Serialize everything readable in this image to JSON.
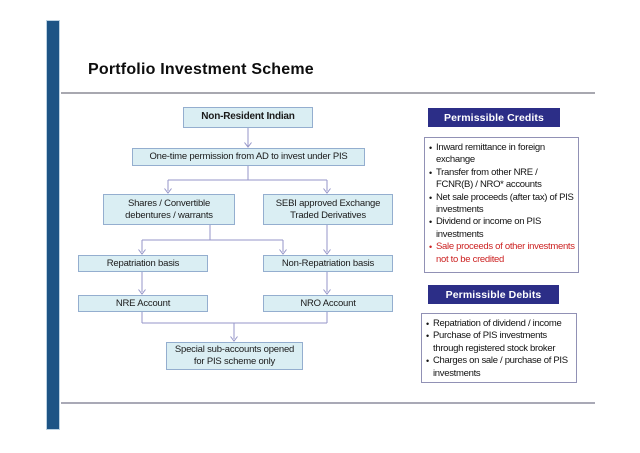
{
  "slide": {
    "title": "Portfolio Investment Scheme"
  },
  "flowchart": {
    "nodes": {
      "nri": "Non-Resident Indian",
      "permission": "One-time permission from AD to invest under PIS",
      "shares": "Shares / Convertible debentures / warrants",
      "sebi": "SEBI approved Exchange Traded Derivatives",
      "repatriation": "Repatriation basis",
      "non_repatriation": "Non-Repatriation basis",
      "nre": "NRE Account",
      "nro": "NRO Account",
      "special": "Special sub-accounts opened for PIS scheme only"
    }
  },
  "permissible_credits": {
    "header": "Permissible Credits",
    "items": [
      {
        "text": "Inward remittance in  foreign exchange"
      },
      {
        "text": "Transfer from other NRE / FCNR(B) / NRO* accounts"
      },
      {
        "text": "Net sale proceeds (after tax) of PIS investments"
      },
      {
        "text": "Dividend or income on PIS investments"
      },
      {
        "text": "Sale proceeds of other investments not to be credited",
        "color": "#CC2222"
      }
    ]
  },
  "permissible_debits": {
    "header": "Permissible Debits",
    "items": [
      {
        "text": "Repatriation of dividend / income"
      },
      {
        "text": "Purchase of PIS investments through registered stock broker"
      },
      {
        "text": "Charges on sale / purchase of PIS investments"
      }
    ]
  },
  "colors": {
    "accent_bar": "#1D5485",
    "header_bg": "#2C2E87",
    "node_fill": "#DAEEF3",
    "node_border": "#94AECF",
    "connector": "#9595C8",
    "alert_text": "#CC2222"
  }
}
